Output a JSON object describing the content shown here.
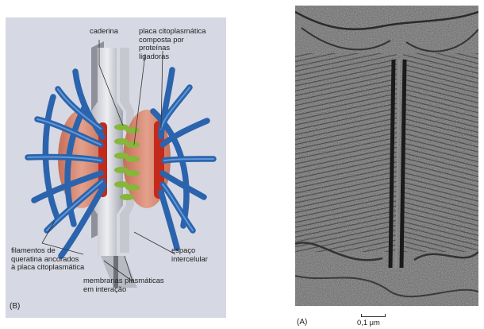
{
  "panel_b": {
    "tag": "(B)",
    "labels": {
      "cadherin": "caderina",
      "plaque": "placa citoplasmática\ncomposta por\nproteínas\nligadoras",
      "keratin": "filamentos de\nqueratina ancorados\nà placa citoplasmática",
      "intercellular_space": "espaço\nintercelular",
      "membranes": "membranas plasmáticas\nem interação"
    }
  },
  "panel_a": {
    "tag": "(A)",
    "scale_bar": "0,1 μm"
  },
  "colors": {
    "background": "#d6d8e3",
    "filament": "#2b64ad",
    "filament_highlight": "#6ea5e2",
    "plaque": "#c42a1a",
    "disk": "#d8836e",
    "cadherin": "#86b63a",
    "membrane": "#9b9ea6"
  }
}
